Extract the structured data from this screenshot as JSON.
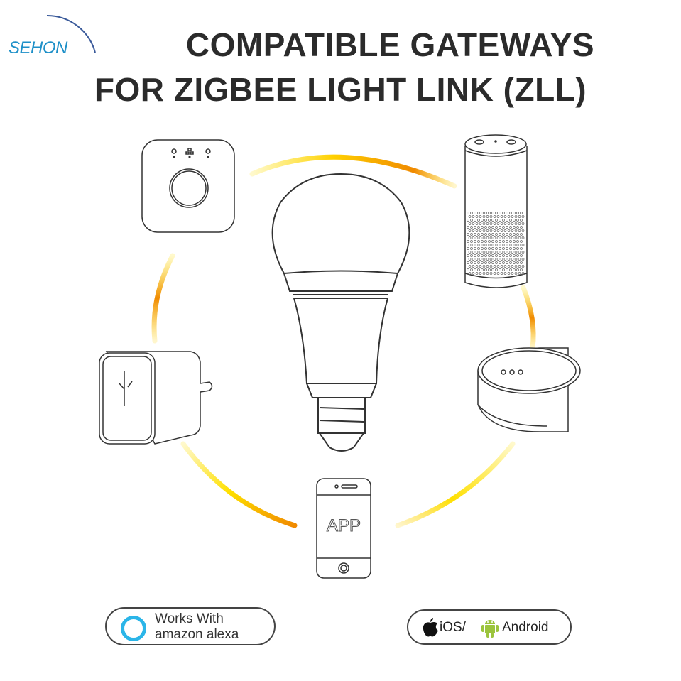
{
  "brand": {
    "name": "SEHON",
    "color": "#1e90c8"
  },
  "title": {
    "line1": "COMPATIBLE GATEWAYS",
    "line2": "FOR ZIGBEE LIGHT LINK (ZLL)",
    "color": "#2b2b2b"
  },
  "diagram": {
    "center": {
      "icon": "light-bulb-icon"
    },
    "devices": [
      {
        "id": "hub-square",
        "icon": "hue-bridge-icon",
        "position": "top-left"
      },
      {
        "id": "smart-speaker",
        "icon": "echo-speaker-icon",
        "position": "top-right"
      },
      {
        "id": "plug-gateway",
        "icon": "plug-in-gateway-icon",
        "position": "left"
      },
      {
        "id": "round-hub",
        "icon": "round-hub-icon",
        "position": "right"
      },
      {
        "id": "phone-app",
        "icon": "smartphone-icon",
        "position": "bottom",
        "label": "APP"
      }
    ],
    "ring_colors": {
      "yellow": "#ffe000",
      "orange": "#f08a00"
    }
  },
  "badges": {
    "alexa": {
      "line1": "Works With",
      "line2": "amazon alexa",
      "ring_color": "#2bb5e8"
    },
    "os": {
      "ios_label": "iOS/",
      "android_label": "Android",
      "android_color": "#9bc43c"
    }
  }
}
